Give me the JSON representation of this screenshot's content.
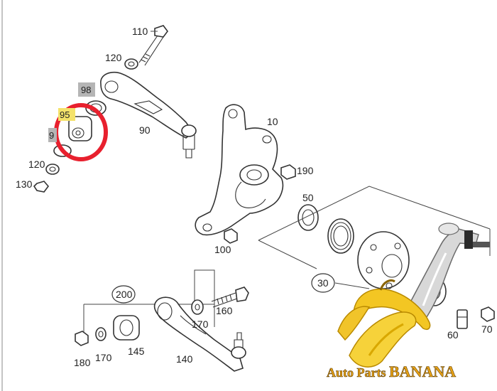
{
  "diagram": {
    "labels": [
      {
        "id": "110",
        "text": "110"
      },
      {
        "id": "120a",
        "text": "120"
      },
      {
        "id": "98",
        "text": "98"
      },
      {
        "id": "95",
        "text": "95"
      },
      {
        "id": "9x",
        "text": "9"
      },
      {
        "id": "120b",
        "text": "120"
      },
      {
        "id": "130",
        "text": "130"
      },
      {
        "id": "90",
        "text": "90"
      },
      {
        "id": "10",
        "text": "10"
      },
      {
        "id": "190",
        "text": "190"
      },
      {
        "id": "100",
        "text": "100"
      },
      {
        "id": "50",
        "text": "50"
      },
      {
        "id": "30",
        "text": "30"
      },
      {
        "id": "200",
        "text": "200"
      },
      {
        "id": "160",
        "text": "160"
      },
      {
        "id": "170a",
        "text": "170"
      },
      {
        "id": "180",
        "text": "180"
      },
      {
        "id": "170b",
        "text": "170"
      },
      {
        "id": "145",
        "text": "145"
      },
      {
        "id": "140",
        "text": "140"
      },
      {
        "id": "60",
        "text": "60"
      },
      {
        "id": "70",
        "text": "70"
      }
    ],
    "highlight_color": "#e8202e",
    "highlight_label_bg": "#f4e26a",
    "tag_bg": "#b5b5b5"
  },
  "watermark": {
    "text_a": "Auto Parts ",
    "text_b": "BANANA",
    "color": "#e8a317",
    "logo": "banana-icon"
  }
}
